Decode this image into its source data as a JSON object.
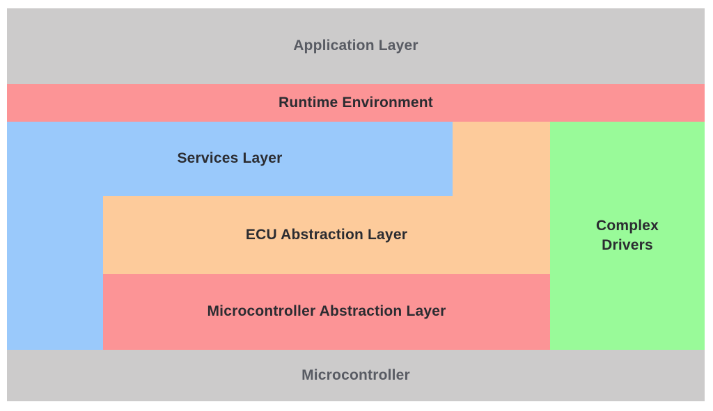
{
  "diagram": {
    "background": "#ffffff",
    "layers": {
      "application": {
        "label": "Application Layer",
        "color": "#cccbcb",
        "text_color": "#585b63"
      },
      "runtime_environment": {
        "label": "Runtime Environment",
        "color": "#fc9496",
        "text_color": "#2b2c31"
      },
      "services": {
        "label": "Services Layer",
        "color": "#9ac9fb",
        "text_color": "#2b2c31"
      },
      "ecu_abstraction": {
        "label": "ECU Abstraction Layer",
        "color": "#fdcb9b",
        "text_color": "#2b2c31"
      },
      "microcontroller_abstraction": {
        "label": "Microcontroller Abstraction Layer",
        "color": "#fc9496",
        "text_color": "#2b2c31"
      },
      "complex_drivers": {
        "label": "Complex Drivers",
        "color": "#99fa99",
        "text_color": "#2b2c31"
      },
      "microcontroller": {
        "label": "Microcontroller",
        "color": "#cccbcb",
        "text_color": "#585b63"
      }
    }
  }
}
